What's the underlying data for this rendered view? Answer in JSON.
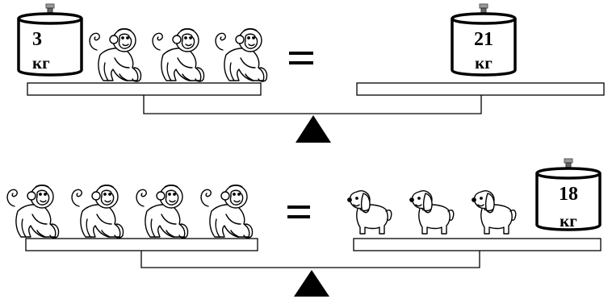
{
  "equals_sign": "=",
  "unit": "кг",
  "scales": [
    {
      "left_pan": {
        "weight_value": "3",
        "monkeys": 3,
        "dogs": 0
      },
      "right_pan": {
        "weight_value": "21",
        "monkeys": 0,
        "dogs": 0
      }
    },
    {
      "left_pan": {
        "monkeys": 4,
        "dogs": 0
      },
      "right_pan": {
        "weight_value": "18",
        "monkeys": 0,
        "dogs": 3
      }
    }
  ],
  "icons": {
    "monkey": "monkey-icon",
    "dog": "dog-icon",
    "weight": "weight-icon",
    "fulcrum": "fulcrum-icon"
  }
}
